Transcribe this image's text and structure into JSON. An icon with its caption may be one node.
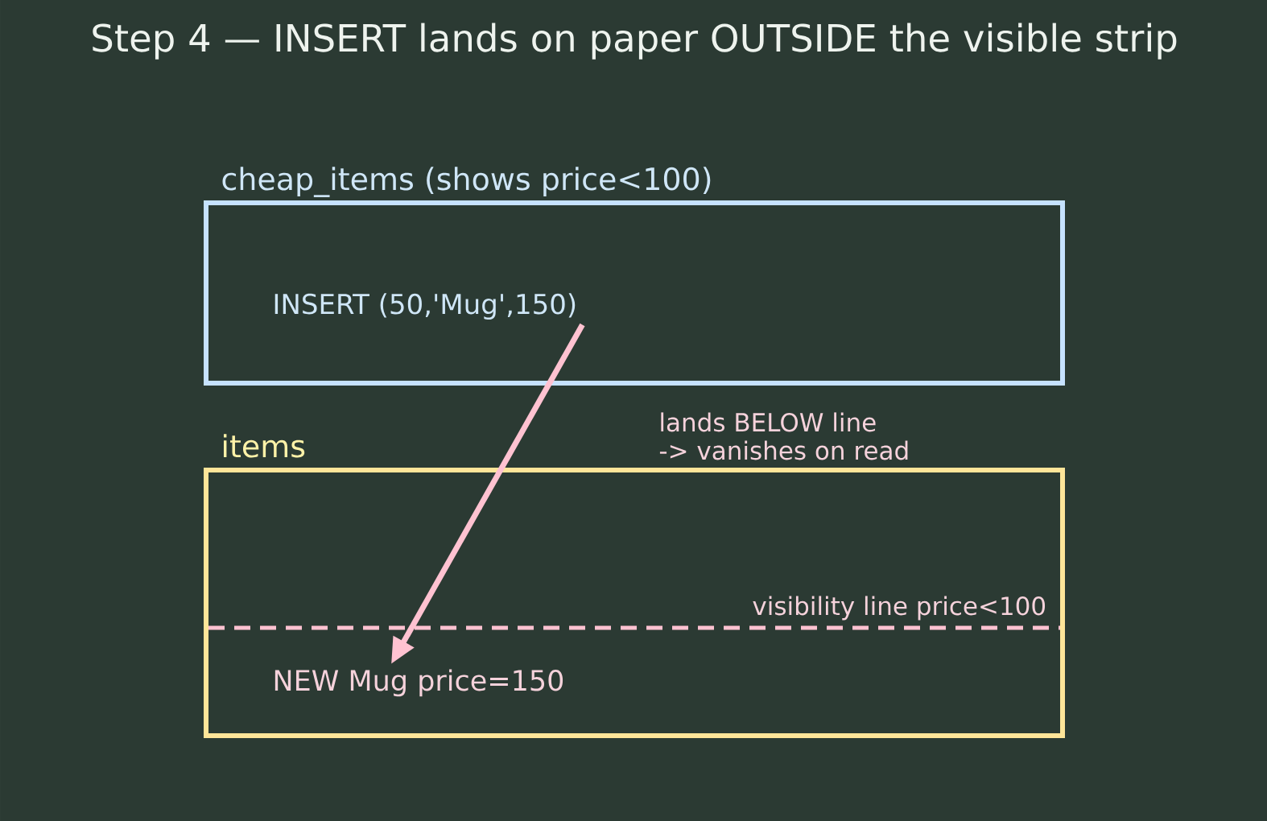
{
  "diagram": {
    "title": "Step 4 — INSERT lands on paper OUTSIDE the visible strip",
    "nodes": [
      {
        "text": [
          "cheap_items (shows price<100)"
        ]
      },
      {
        "text": [
          "INSERT (50,'Mug',150)"
        ],
        "in": 0
      },
      {
        "text": [
          "items"
        ]
      },
      {
        "text": [
          "NEW Mug price=150"
        ],
        "in": 2
      }
    ],
    "edges": [
      {
        "from": 1,
        "to": 3,
        "arrow": "to"
      }
    ],
    "labels": [
      "lands BELOW line -> vanishes on read",
      "visibility line price<100"
    ]
  }
}
